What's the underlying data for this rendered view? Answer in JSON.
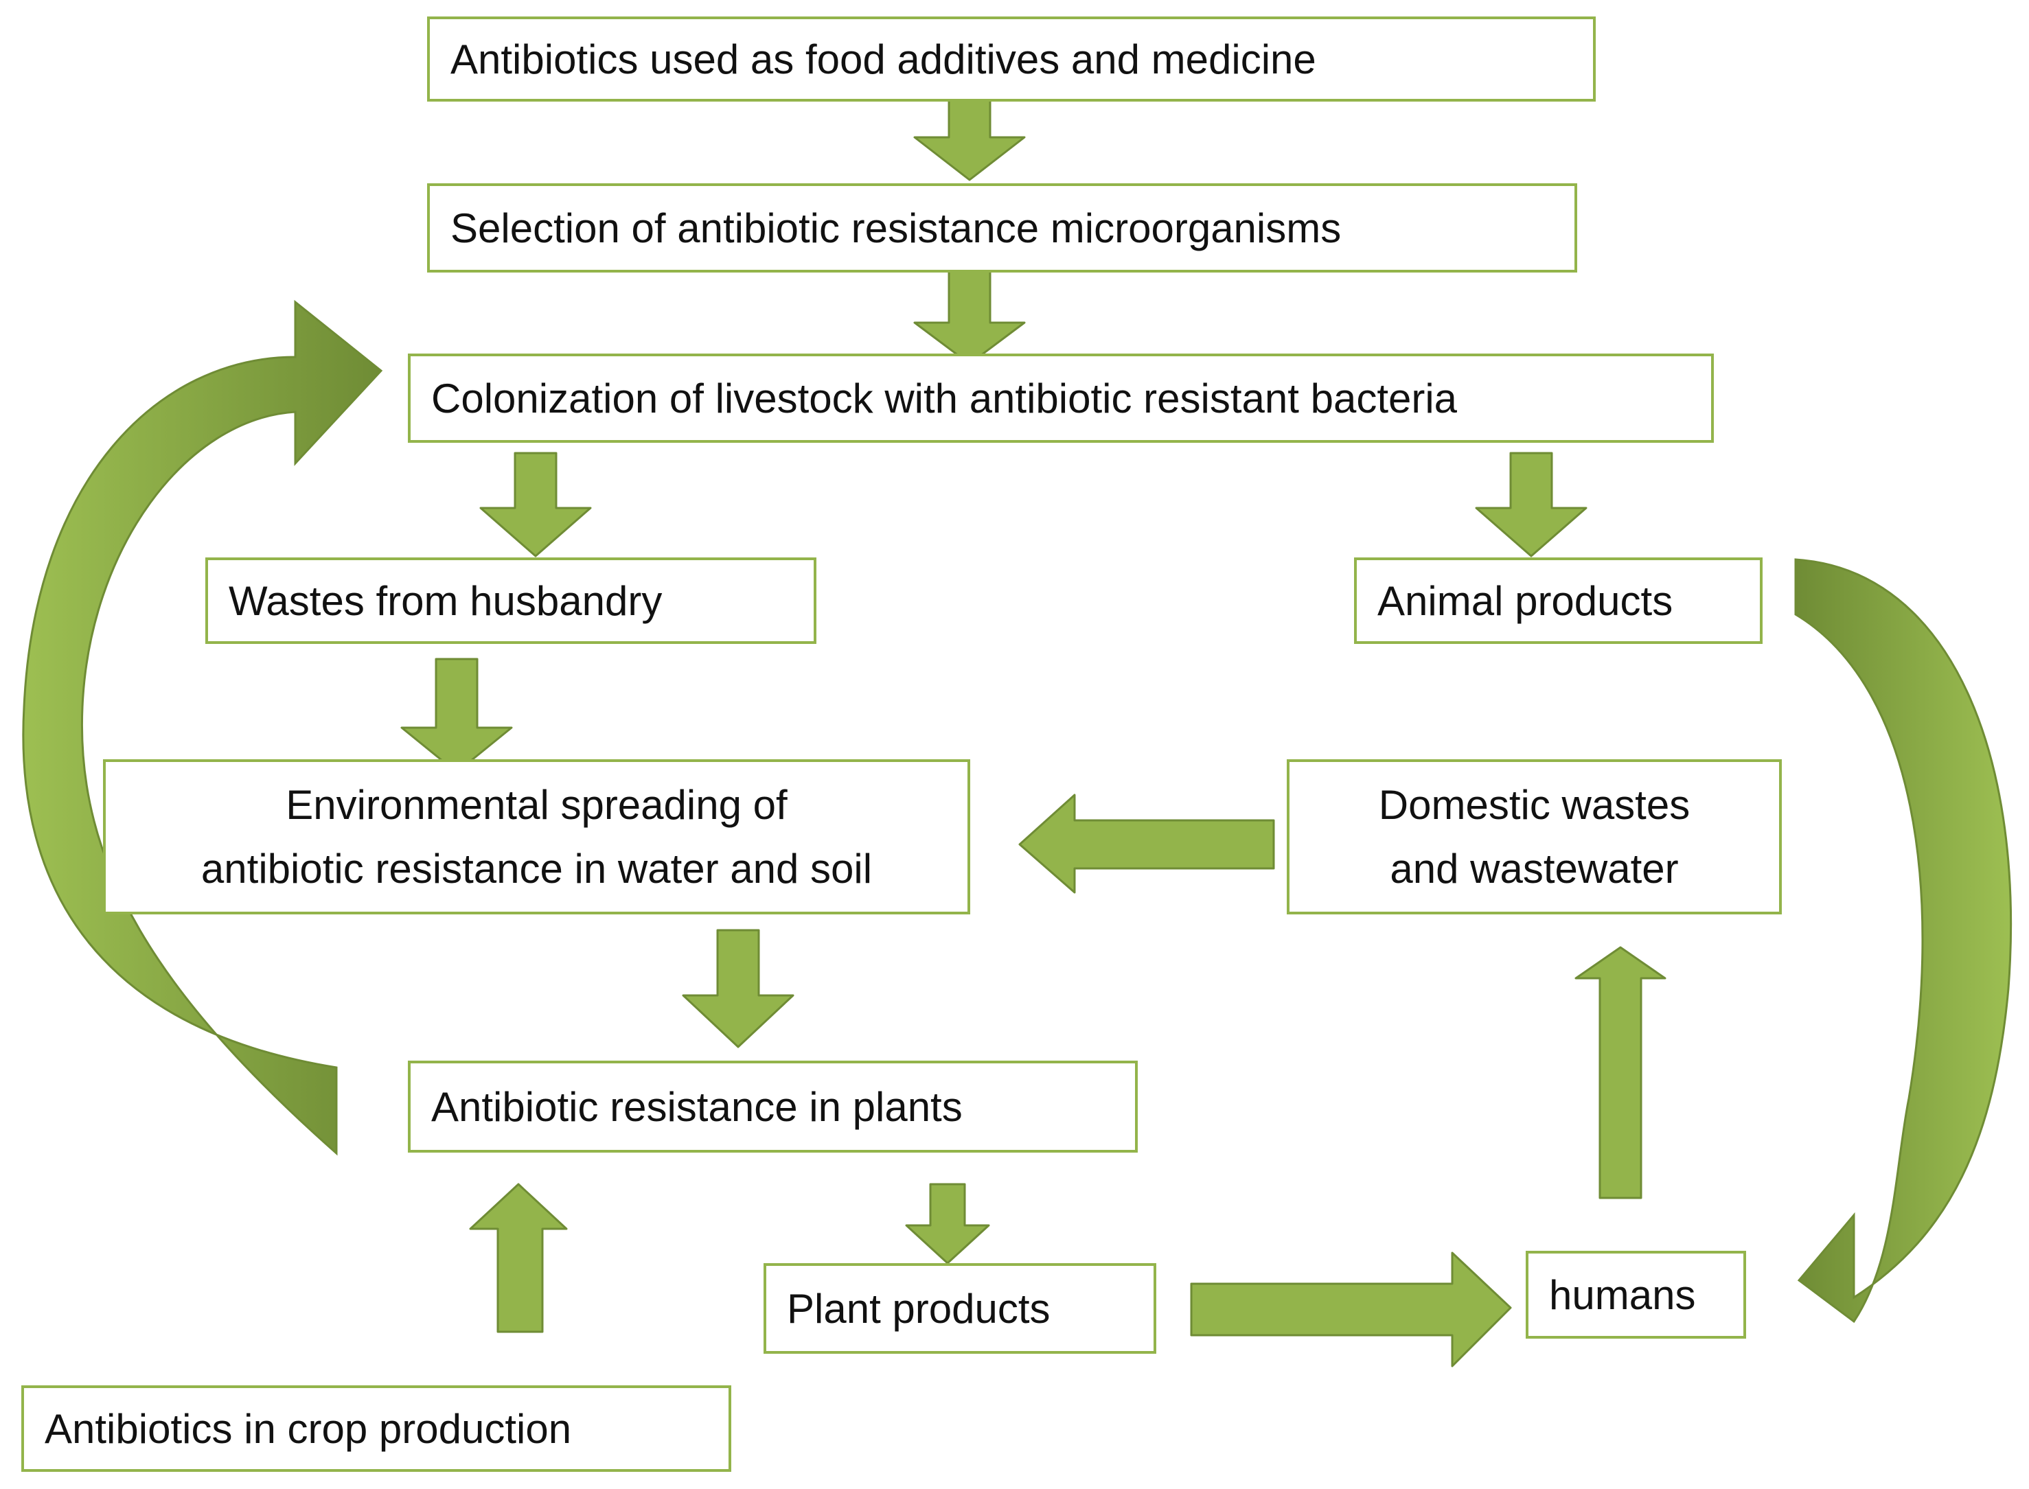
{
  "colors": {
    "box_border": "#93b44b",
    "arrow_fill": "#93b44b",
    "arrow_stroke": "#6f8c35",
    "curve_dark": "#748f3c",
    "text": "#111111",
    "background": "#ffffff"
  },
  "nodes": {
    "food_additives": {
      "lines": [
        "Antibiotics used as food additives and medicine"
      ]
    },
    "selection": {
      "lines": [
        "Selection of antibiotic resistance microorganisms"
      ]
    },
    "colonization": {
      "lines": [
        "Colonization of livestock with antibiotic resistant bacteria"
      ]
    },
    "wastes_husbandry": {
      "lines": [
        "Wastes from husbandry"
      ]
    },
    "animal_products": {
      "lines": [
        "Animal products"
      ]
    },
    "environmental_spreading": {
      "lines": [
        "Environmental spreading of",
        "antibiotic resistance in water and soil"
      ]
    },
    "domestic_wastes": {
      "lines": [
        "Domestic wastes",
        "and wastewater"
      ]
    },
    "plants_resistance": {
      "lines": [
        "Antibiotic resistance in plants"
      ]
    },
    "plant_products": {
      "lines": [
        "Plant products"
      ]
    },
    "humans": {
      "lines": [
        "humans"
      ]
    },
    "crop_production": {
      "lines": [
        "Antibiotics in crop production"
      ]
    }
  }
}
